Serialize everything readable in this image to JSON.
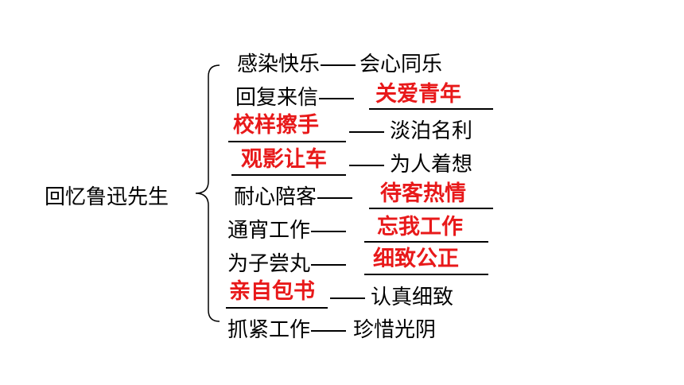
{
  "topic": "回忆鲁迅先生",
  "rows": [
    {
      "left": "感染快乐",
      "right": "会心同乐"
    },
    {
      "left": "回复来信",
      "right": "关爱青年"
    },
    {
      "left": "校样擦手",
      "right": "淡泊名利"
    },
    {
      "left": "观影让车",
      "right": "为人着想"
    },
    {
      "left": "耐心陪客",
      "right": "待客热情"
    },
    {
      "left": "通宵工作",
      "right": "忘我工作"
    },
    {
      "left": "为子尝丸",
      "right": "细致公正"
    },
    {
      "left": "亲自包书",
      "right": "认真细致"
    },
    {
      "left": "抓紧工作",
      "right": "珍惜光阴"
    }
  ]
}
